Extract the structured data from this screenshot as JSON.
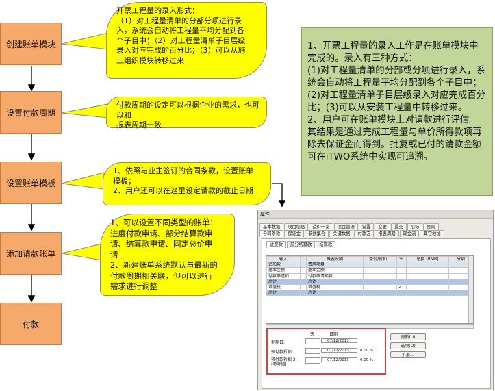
{
  "flow": {
    "steps": [
      "创建账单模块",
      "设置付款周期",
      "设置账单模板",
      "添加请款账单",
      "付款"
    ],
    "callouts": [
      "开票工程量的录入形式：\n（1）对工程量清单的分部分项进行录\n入，系统会自动将工程量平均分配到各\n个子目中；（2）对工程量清单子目层级\n录入对应完成的百分比；（3）可以从施\n工组织模块转移过来",
      "付款周期的设定可以根据企业的需求，也可以和\n报表周期一致",
      "1、依照与业主签订的合同条款，设置账单\n模板；\n2、用户还可以在这里设定请款的截止日期",
      "1、可以设置不同类型的账单：\n进度付款申请、部分结算款申\n请、结算款申请、固定总价申\n请\n2、新建账单系统默认与最新的\n付款周期相关联，但可以进行\n需求进行调整"
    ]
  },
  "note": "1、开票工程量的录入工作是在账单模块中完成的。录入有三种方式：\n(1)对工程量清单的分部或分项进行录入，系统会自动将工程量平均分配到各个子目中；(2)对工程量清单子目层级录入对应完成百分比；(3)可以从安装工程量中转移过来。\n2、用户可在账单模块上对请款进行评估。其结果是通过完成工程量与单价所得款项再除去保证金而得到。批复或已付的请款金额可在iTWO系统中实现可追溯。",
  "dialog": {
    "title": "属性",
    "tabs_row1": [
      "基本数据",
      "项目信息",
      "造价一览",
      "项目管理",
      "设置",
      "变更",
      "提交",
      "招标",
      "合同"
    ],
    "tabs_row2": [
      "合同条款",
      "保证金",
      "参数集合",
      "关键数据",
      "付款方",
      "报表周期",
      "现金流",
      "其它地址"
    ],
    "subtabs": [
      "进度款",
      "部分结算款",
      "结算款"
    ],
    "grid_headers": [
      "输入",
      "",
      "概要说明",
      "条价/折扣...",
      "%",
      "总额 [RMB]",
      "分项"
    ],
    "grid_rows": [
      {
        "input": "追加款",
        "desc": "费用项目",
        "pct": ""
      },
      {
        "input": "基本金额",
        "desc": "基本金额",
        "pct": ""
      },
      {
        "input": "付款申请扣...",
        "desc": "付款申请扣款",
        "pct": ""
      },
      {
        "input": "总计",
        "desc": "总计",
        "pct": ""
      },
      {
        "input": "增值税",
        "desc": "增值税",
        "pct": "✓"
      },
      {
        "input": "总计",
        "desc": "总计",
        "pct": ""
      }
    ],
    "date_headers": {
      "days": "天",
      "date": "日期"
    },
    "date_rows": [
      {
        "label": "到期日:",
        "date": "07/12/2013",
        "pct": ""
      },
      {
        "label": "预付款折扣:",
        "date": "07/12/2013",
        "pct": "0.00  %"
      },
      {
        "label": "预付款折扣 2:\n(参考值)",
        "date": "07/12/2013",
        "pct": "0.00  %"
      }
    ],
    "buttons": [
      "更新(U)",
      "选项(O)",
      "扩展..."
    ]
  },
  "colors": {
    "step": "#f5a96a",
    "callout": "#ffff00",
    "note": "#c2d69a",
    "highlight": "#e03c3c"
  }
}
